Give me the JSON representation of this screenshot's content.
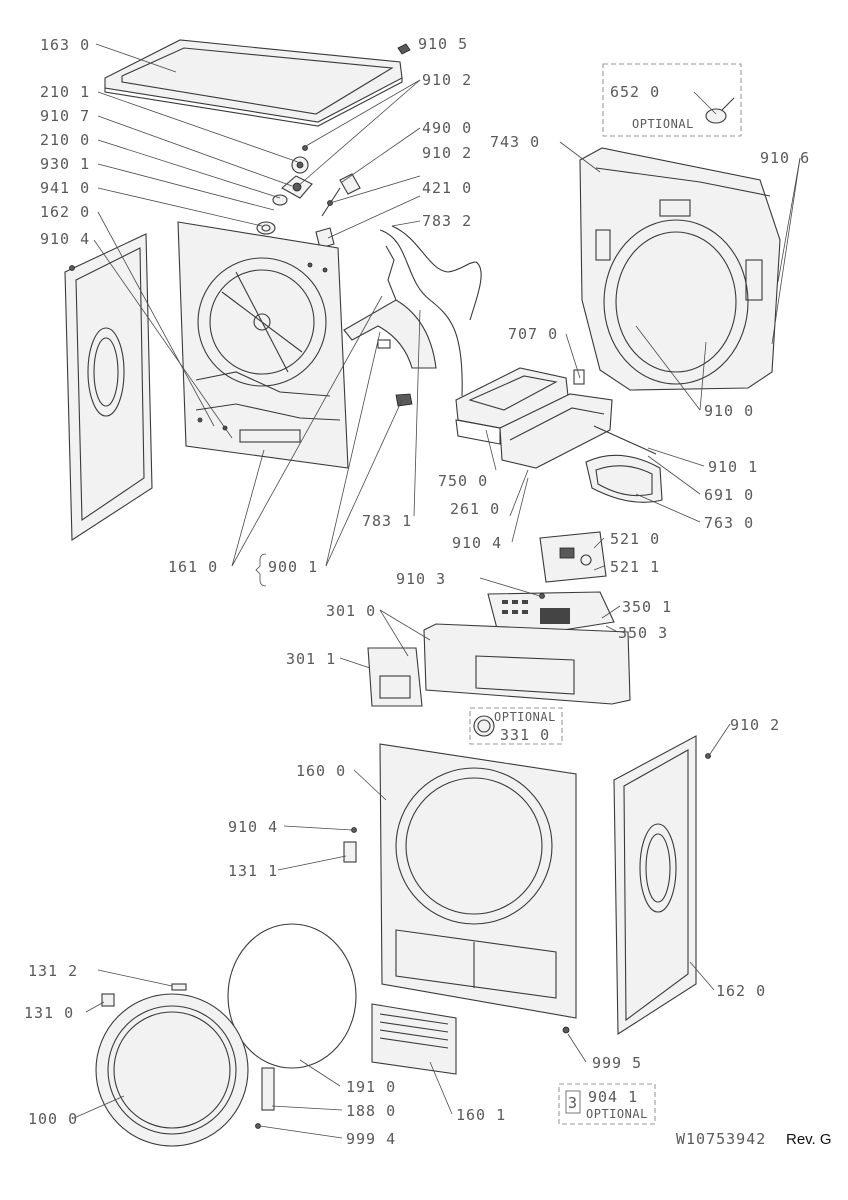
{
  "labels": {
    "l1630": "163 0",
    "l9105": "910 5",
    "l9102a": "910 2",
    "l2101": "210 1",
    "l9107": "910 7",
    "l4900": "490 0",
    "l2100": "210 0",
    "l9102b": "910 2",
    "l9301": "930 1",
    "l4210": "421 0",
    "l9410": "941 0",
    "l7832": "783 2",
    "l1620a": "162 0",
    "l9104a": "910 4",
    "l6520": "652 0",
    "l7430": "743 0",
    "l9106": "910 6",
    "l7070": "707 0",
    "l9100": "910 0",
    "l9101": "910 1",
    "l7500": "750 0",
    "l2610": "261 0",
    "l6910": "691 0",
    "l7831": "783 1",
    "l7630": "763 0",
    "l9104b": "910 4",
    "l5210": "521 0",
    "l1610": "161 0",
    "l9001": "900 1",
    "l5211": "521 1",
    "l9103": "910 3",
    "l3010": "301 0",
    "l3501": "350 1",
    "l3503": "350 3",
    "l3011": "301 1",
    "l3310": "331 0",
    "l9102c": "910 2",
    "l1600": "160 0",
    "l9104c": "910 4",
    "l1311": "131 1",
    "l1312": "131 2",
    "l1310": "131 0",
    "l1620b": "162 0",
    "l9995": "999 5",
    "l1910": "191 0",
    "l9041": "904 1",
    "l1000": "100 0",
    "l1880": "188 0",
    "l1601": "160 1",
    "l9994": "999 4"
  },
  "optional_labels": {
    "o652": "OPTIONAL",
    "o331": "OPTIONAL",
    "o904": "OPTIONAL"
  },
  "badge_904_number": "3",
  "footer": {
    "drawing_number": "W10753942",
    "revision": "Rev. G"
  }
}
